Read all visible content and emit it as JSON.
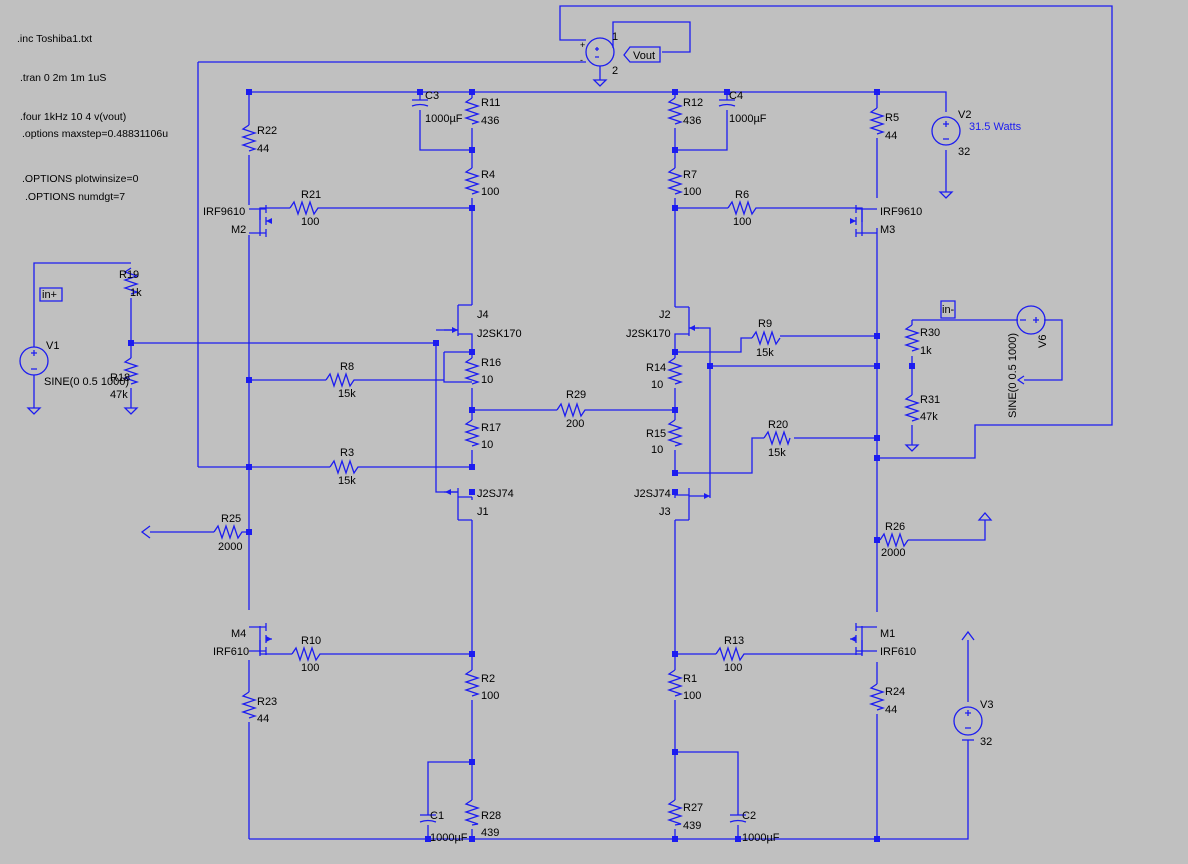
{
  "directives": [
    ".inc Toshiba1.txt",
    ".tran 0 2m 1m 1uS",
    ".four 1kHz 10 4 v(vout)",
    ".options maxstep=0.48831106u",
    ".OPTIONS plotwinsize=0",
    ".OPTIONS numdgt=7"
  ],
  "resistors": [
    {
      "id": "R22",
      "name": "R22",
      "value": "44"
    },
    {
      "id": "R11",
      "name": "R11",
      "value": "436"
    },
    {
      "id": "R12",
      "name": "R12",
      "value": "436"
    },
    {
      "id": "R5",
      "name": "R5",
      "value": "44"
    },
    {
      "id": "R4",
      "name": "R4",
      "value": "100"
    },
    {
      "id": "R7",
      "name": "R7",
      "value": "100"
    },
    {
      "id": "R21",
      "name": "R21",
      "value": "100"
    },
    {
      "id": "R6",
      "name": "R6",
      "value": "100"
    },
    {
      "id": "R19",
      "name": "R19",
      "value": "1k"
    },
    {
      "id": "R18",
      "name": "R18",
      "value": "47k"
    },
    {
      "id": "R16",
      "name": "R16",
      "value": "10"
    },
    {
      "id": "R14",
      "name": "R14",
      "value": "10"
    },
    {
      "id": "R9",
      "name": "R9",
      "value": "15k"
    },
    {
      "id": "R30",
      "name": "R30",
      "value": "1k"
    },
    {
      "id": "R8",
      "name": "R8",
      "value": "15k"
    },
    {
      "id": "R29",
      "name": "R29",
      "value": "200"
    },
    {
      "id": "R31",
      "name": "R31",
      "value": "47k"
    },
    {
      "id": "R17",
      "name": "R17",
      "value": "10"
    },
    {
      "id": "R15",
      "name": "R15",
      "value": "10"
    },
    {
      "id": "R20",
      "name": "R20",
      "value": "15k"
    },
    {
      "id": "R3",
      "name": "R3",
      "value": "15k"
    },
    {
      "id": "R25",
      "name": "R25",
      "value": "2000"
    },
    {
      "id": "R26",
      "name": "R26",
      "value": "2000"
    },
    {
      "id": "R10",
      "name": "R10",
      "value": "100"
    },
    {
      "id": "R13",
      "name": "R13",
      "value": "100"
    },
    {
      "id": "R2",
      "name": "R2",
      "value": "100"
    },
    {
      "id": "R1",
      "name": "R1",
      "value": "100"
    },
    {
      "id": "R23",
      "name": "R23",
      "value": "44"
    },
    {
      "id": "R24",
      "name": "R24",
      "value": "44"
    },
    {
      "id": "R28",
      "name": "R28",
      "value": "439"
    },
    {
      "id": "R27",
      "name": "R27",
      "value": "439"
    }
  ],
  "capacitors": [
    {
      "id": "C3",
      "name": "C3",
      "value": "1000µF"
    },
    {
      "id": "C4",
      "name": "C4",
      "value": "1000µF"
    },
    {
      "id": "C1",
      "name": "C1",
      "value": "1000µF"
    },
    {
      "id": "C2",
      "name": "C2",
      "value": "1000µF"
    }
  ],
  "transistors": [
    {
      "id": "M2",
      "name": "M2",
      "model": "IRF9610"
    },
    {
      "id": "M3",
      "name": "M3",
      "model": "IRF9610"
    },
    {
      "id": "M4",
      "name": "M4",
      "model": "IRF610"
    },
    {
      "id": "M1",
      "name": "M1",
      "model": "IRF610"
    },
    {
      "id": "J4",
      "name": "J4",
      "model": "J2SK170"
    },
    {
      "id": "J2",
      "name": "J2",
      "model": "J2SK170"
    },
    {
      "id": "J1",
      "name": "J1",
      "model": "J2SJ74"
    },
    {
      "id": "J3",
      "name": "J3",
      "model": "J2SJ74"
    }
  ],
  "sources": [
    {
      "id": "V1",
      "name": "V1",
      "value": "SINE(0 0.5 1000)"
    },
    {
      "id": "V6",
      "name": "V6",
      "value": "SINE(0 0.5 1000)"
    },
    {
      "id": "V2",
      "name": "V2",
      "value": "32",
      "note": "31.5 Watts"
    },
    {
      "id": "V3",
      "name": "V3",
      "value": "32"
    }
  ],
  "netlabels": {
    "in_plus": "in+",
    "in_minus": "in-",
    "vout": "Vout"
  },
  "opamp": {
    "pin1": "1",
    "pin2": "2",
    "plus": "+",
    "minus": "-"
  },
  "colors": {
    "background": "#c0c0c0",
    "wire": "#1c1cf0",
    "text": "#000000",
    "note": "#1c1cf0"
  }
}
